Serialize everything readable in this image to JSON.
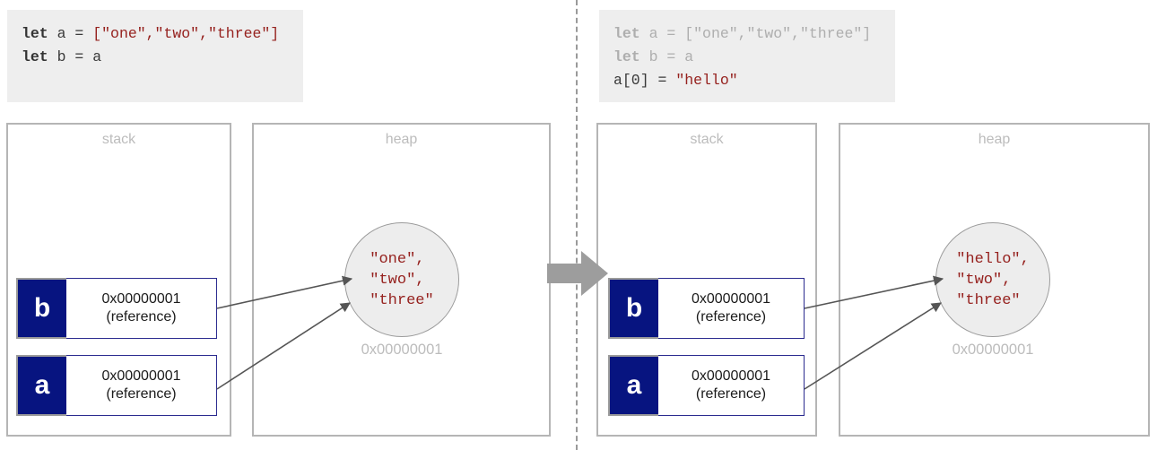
{
  "panels": {
    "before": {
      "code": {
        "lines": [
          {
            "dim": false,
            "tokens": [
              {
                "t": "kw",
                "s": "let"
              },
              {
                "t": "op",
                "s": " "
              },
              {
                "t": "id",
                "s": "a"
              },
              {
                "t": "op",
                "s": " = "
              },
              {
                "t": "str",
                "s": "[\"one\",\"two\",\"three\"]"
              }
            ]
          },
          {
            "dim": false,
            "tokens": [
              {
                "t": "kw",
                "s": "let"
              },
              {
                "t": "op",
                "s": " "
              },
              {
                "t": "id",
                "s": "b"
              },
              {
                "t": "op",
                "s": " = "
              },
              {
                "t": "id",
                "s": "a"
              }
            ]
          }
        ]
      },
      "stack": {
        "label": "stack",
        "slots": [
          {
            "name": "b",
            "address": "0x00000001",
            "kind": "(reference)"
          },
          {
            "name": "a",
            "address": "0x00000001",
            "kind": "(reference)"
          }
        ]
      },
      "heap": {
        "label": "heap",
        "object": {
          "contents": "\"one\",\n\"two\",\n\"three\"",
          "address": "0x00000001"
        }
      }
    },
    "after": {
      "code": {
        "lines": [
          {
            "dim": true,
            "tokens": [
              {
                "t": "kw",
                "s": "let"
              },
              {
                "t": "op",
                "s": " "
              },
              {
                "t": "id",
                "s": "a"
              },
              {
                "t": "op",
                "s": " = "
              },
              {
                "t": "str",
                "s": "[\"one\",\"two\",\"three\"]"
              }
            ]
          },
          {
            "dim": true,
            "tokens": [
              {
                "t": "kw",
                "s": "let"
              },
              {
                "t": "op",
                "s": " "
              },
              {
                "t": "id",
                "s": "b"
              },
              {
                "t": "op",
                "s": " = "
              },
              {
                "t": "id",
                "s": "a"
              }
            ]
          },
          {
            "dim": false,
            "tokens": [
              {
                "t": "id",
                "s": "a[0]"
              },
              {
                "t": "op",
                "s": " = "
              },
              {
                "t": "str",
                "s": "\"hello\""
              }
            ]
          }
        ]
      },
      "stack": {
        "label": "stack",
        "slots": [
          {
            "name": "b",
            "address": "0x00000001",
            "kind": "(reference)"
          },
          {
            "name": "a",
            "address": "0x00000001",
            "kind": "(reference)"
          }
        ]
      },
      "heap": {
        "label": "heap",
        "object": {
          "contents": "\"hello\",\n\"two\",\n\"three\"",
          "address": "0x00000001"
        }
      }
    }
  },
  "transition": {
    "icon": "right-arrow-icon"
  },
  "colors": {
    "navy": "#071480",
    "string_red": "#96221f",
    "muted_gray": "#bcbcbc",
    "code_bg": "#eeeeee",
    "arrow_gray": "#555555",
    "heap_fill": "#ededed"
  }
}
